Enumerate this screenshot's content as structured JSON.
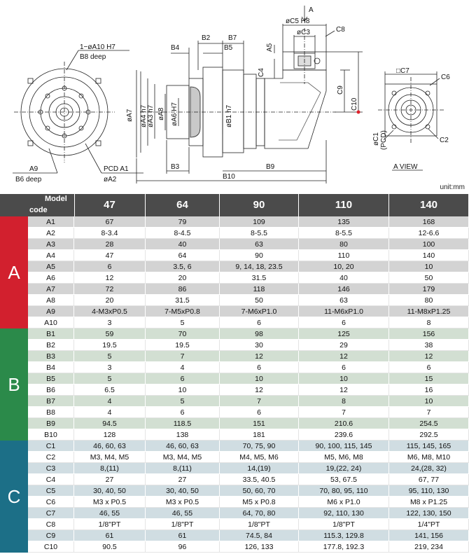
{
  "drawing": {
    "labels": {
      "a10": "1−øA10 H7",
      "b8": "B8  deep",
      "a9": "A9",
      "b6": "B6  deep",
      "pcd_a1": "PCD  A1",
      "a2": "øA2",
      "b2": "B2",
      "b7": "B7",
      "b4": "B4",
      "b5": "B5",
      "a7": "øA7",
      "a4": "øA4 h7",
      "a3": "øA3 h7",
      "a6": "øA6 H7",
      "a8": "øA8",
      "b1": "øB1 h7",
      "b3": "B3",
      "b9": "B9",
      "b10": "B10",
      "a_arrow": "A",
      "c5": "øC5 H8",
      "c3": "øC3",
      "c8": "C8",
      "a5": "A5",
      "c4": "C4",
      "c9": "C9",
      "c10": "C10",
      "c7": "□C7",
      "c6": "C6",
      "c1": "øC1",
      "pcd": "(PCD)",
      "c2": "C2",
      "a_view": "A  VIEW"
    },
    "accent_red": "#e0212b"
  },
  "unit": "unit:mm",
  "table": {
    "header_model": "Model",
    "header_code": "code",
    "models": [
      "47",
      "64",
      "90",
      "110",
      "140"
    ],
    "group_colors": {
      "A": "#d2202e",
      "B": "#2b8a4a",
      "C": "#1c6f87"
    },
    "groups": [
      {
        "name": "A",
        "rows": [
          {
            "code": "A1",
            "values": [
              "67",
              "79",
              "109",
              "135",
              "168"
            ]
          },
          {
            "code": "A2",
            "values": [
              "8-3.4",
              "8-4.5",
              "8-5.5",
              "8-5.5",
              "12-6.6"
            ]
          },
          {
            "code": "A3",
            "values": [
              "28",
              "40",
              "63",
              "80",
              "100"
            ]
          },
          {
            "code": "A4",
            "values": [
              "47",
              "64",
              "90",
              "110",
              "140"
            ]
          },
          {
            "code": "A5",
            "values": [
              "6",
              "3.5, 6",
              "9, 14, 18, 23.5",
              "10, 20",
              "10"
            ]
          },
          {
            "code": "A6",
            "values": [
              "12",
              "20",
              "31.5",
              "40",
              "50"
            ]
          },
          {
            "code": "A7",
            "values": [
              "72",
              "86",
              "118",
              "146",
              "179"
            ]
          },
          {
            "code": "A8",
            "values": [
              "20",
              "31.5",
              "50",
              "63",
              "80"
            ]
          },
          {
            "code": "A9",
            "values": [
              "4-M3xP0.5",
              "7-M5xP0.8",
              "7-M6xP1.0",
              "11-M6xP1.0",
              "11-M8xP1.25"
            ]
          },
          {
            "code": "A10",
            "values": [
              "3",
              "5",
              "6",
              "6",
              "8"
            ]
          }
        ]
      },
      {
        "name": "B",
        "rows": [
          {
            "code": "B1",
            "values": [
              "59",
              "70",
              "98",
              "125",
              "156"
            ]
          },
          {
            "code": "B2",
            "values": [
              "19.5",
              "19.5",
              "30",
              "29",
              "38"
            ]
          },
          {
            "code": "B3",
            "values": [
              "5",
              "7",
              "12",
              "12",
              "12"
            ]
          },
          {
            "code": "B4",
            "values": [
              "3",
              "4",
              "6",
              "6",
              "6"
            ]
          },
          {
            "code": "B5",
            "values": [
              "5",
              "6",
              "10",
              "10",
              "15"
            ]
          },
          {
            "code": "B6",
            "values": [
              "6.5",
              "10",
              "12",
              "12",
              "16"
            ]
          },
          {
            "code": "B7",
            "values": [
              "4",
              "5",
              "7",
              "8",
              "10"
            ]
          },
          {
            "code": "B8",
            "values": [
              "4",
              "6",
              "6",
              "7",
              "7"
            ]
          },
          {
            "code": "B9",
            "values": [
              "94.5",
              "118.5",
              "151",
              "210.6",
              "254.5"
            ]
          },
          {
            "code": "B10",
            "values": [
              "128",
              "138",
              "181",
              "239.6",
              "292.5"
            ]
          }
        ]
      },
      {
        "name": "C",
        "rows": [
          {
            "code": "C1",
            "values": [
              "46, 60, 63",
              "46, 60, 63",
              "70, 75, 90",
              "90, 100, 115, 145",
              "115, 145, 165"
            ]
          },
          {
            "code": "C2",
            "values": [
              "M3, M4, M5",
              "M3, M4, M5",
              "M4, M5, M6",
              "M5, M6, M8",
              "M6, M8, M10"
            ]
          },
          {
            "code": "C3",
            "values": [
              "8,(11)",
              "8,(11)",
              "14,(19)",
              "19,(22, 24)",
              "24,(28, 32)"
            ]
          },
          {
            "code": "C4",
            "values": [
              "27",
              "27",
              "33.5, 40.5",
              "53, 67.5",
              "67, 77"
            ]
          },
          {
            "code": "C5",
            "values": [
              "30, 40, 50",
              "30, 40, 50",
              "50, 60, 70",
              "70, 80, 95, 110",
              "95, 110, 130"
            ]
          },
          {
            "code": "C6",
            "values": [
              "M3 x P0.5",
              "M3 x P0.5",
              "M5 x P0.8",
              "M6 x P1.0",
              "M8 x P1.25"
            ]
          },
          {
            "code": "C7",
            "values": [
              "46, 55",
              "46, 55",
              "64, 70, 80",
              "92, 110, 130",
              "122, 130, 150"
            ]
          },
          {
            "code": "C8",
            "values": [
              "1/8\"PT",
              "1/8\"PT",
              "1/8\"PT",
              "1/8\"PT",
              "1/4\"PT"
            ]
          },
          {
            "code": "C9",
            "values": [
              "61",
              "61",
              "74.5, 84",
              "115.3, 129.8",
              "141, 156"
            ]
          },
          {
            "code": "C10",
            "values": [
              "90.5",
              "96",
              "126, 133",
              "177.8, 192.3",
              "219, 234"
            ]
          }
        ]
      }
    ]
  }
}
